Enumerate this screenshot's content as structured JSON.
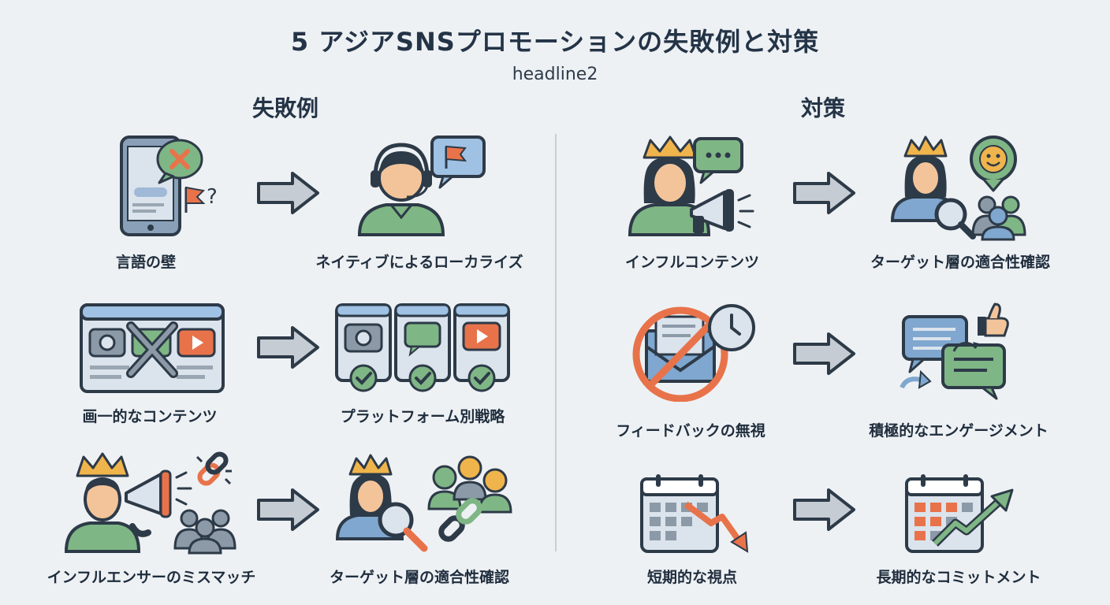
{
  "title": "5 アジアSNSプロモーションの失敗例と対策",
  "subtitle": "headline2",
  "columns": {
    "failures": "失敗例",
    "solutions": "対策"
  },
  "rows": [
    {
      "failure": "言語の壁",
      "failure_fix": "ネイティブによるローカライズ",
      "solution_issue": "インフルコンテンツ",
      "solution_fix": "ターゲット層の適合性確認"
    },
    {
      "failure": "画一的なコンテンツ",
      "failure_fix": "プラットフォーム別戦略",
      "solution_issue": "フィードバックの無視",
      "solution_fix": "積極的なエンゲージメント"
    },
    {
      "failure": "インフルエンサーのミスマッチ",
      "failure_fix": "ターゲット層の適合性確認",
      "solution_issue": "短期的な視点",
      "solution_fix": "長期的なコミットメント"
    }
  ],
  "colors": {
    "green": "#7fb685",
    "orange": "#e8734a",
    "blue": "#7fa7cf",
    "skin": "#f3c49a",
    "dark": "#2d3a48",
    "gold": "#f0b44c"
  }
}
